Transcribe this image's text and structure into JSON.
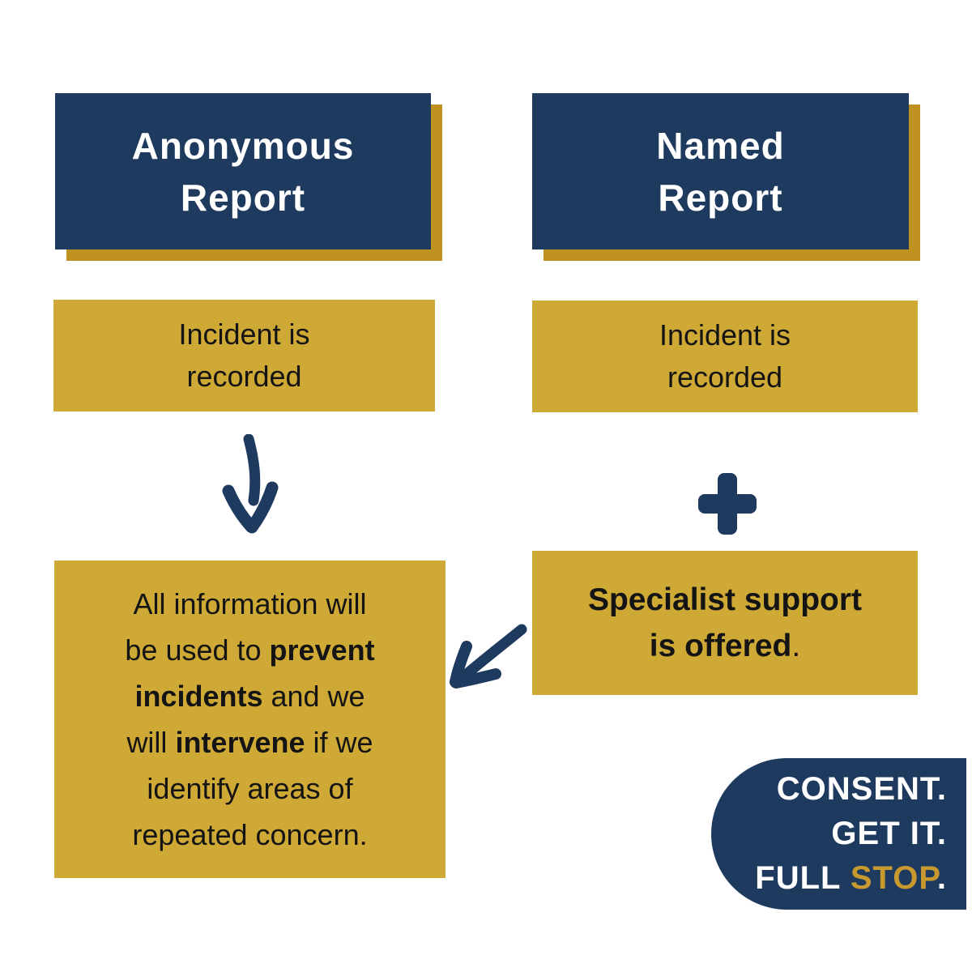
{
  "colors": {
    "navy": "#1e3a5e",
    "gold": "#cfa935",
    "gold_shadow": "#bf9220",
    "stop_gold": "#c8992e",
    "text_ink": "#141414",
    "white": "#ffffff"
  },
  "left_column": {
    "header_lines": [
      "Anonymous",
      "Report"
    ],
    "step_lines": [
      "Incident is",
      "recorded"
    ],
    "result_lines": [
      [
        {
          "t": "All information will",
          "b": false
        }
      ],
      [
        {
          "t": "be used to ",
          "b": false
        },
        {
          "t": "prevent",
          "b": true
        }
      ],
      [
        {
          "t": "incidents",
          "b": true
        },
        {
          "t": " and we",
          "b": false
        }
      ],
      [
        {
          "t": "will ",
          "b": false
        },
        {
          "t": "intervene",
          "b": true
        },
        {
          "t": " if we",
          "b": false
        }
      ],
      [
        {
          "t": "identify areas of",
          "b": false
        }
      ],
      [
        {
          "t": "repeated concern.",
          "b": false
        }
      ]
    ]
  },
  "right_column": {
    "header_lines": [
      "Named",
      "Report"
    ],
    "step_lines": [
      "Incident is",
      "recorded"
    ],
    "result_lines": [
      [
        {
          "t": "Specialist support",
          "b": true
        }
      ],
      [
        {
          "t": "is offered",
          "b": true
        },
        {
          "t": ".",
          "b": false
        }
      ]
    ]
  },
  "icons": {
    "down_arrow": "hand-drawn arrow pointing down",
    "plus": "plus sign",
    "diagonal_arrow": "hand-drawn arrow pointing down-left"
  },
  "badge": {
    "lines": [
      [
        {
          "t": "CONSENT.",
          "c": "white"
        }
      ],
      [
        {
          "t": "GET IT.",
          "c": "white"
        }
      ],
      [
        {
          "t": "FULL ",
          "c": "white"
        },
        {
          "t": "STOP",
          "c": "gold"
        },
        {
          "t": ".",
          "c": "white"
        }
      ]
    ]
  }
}
